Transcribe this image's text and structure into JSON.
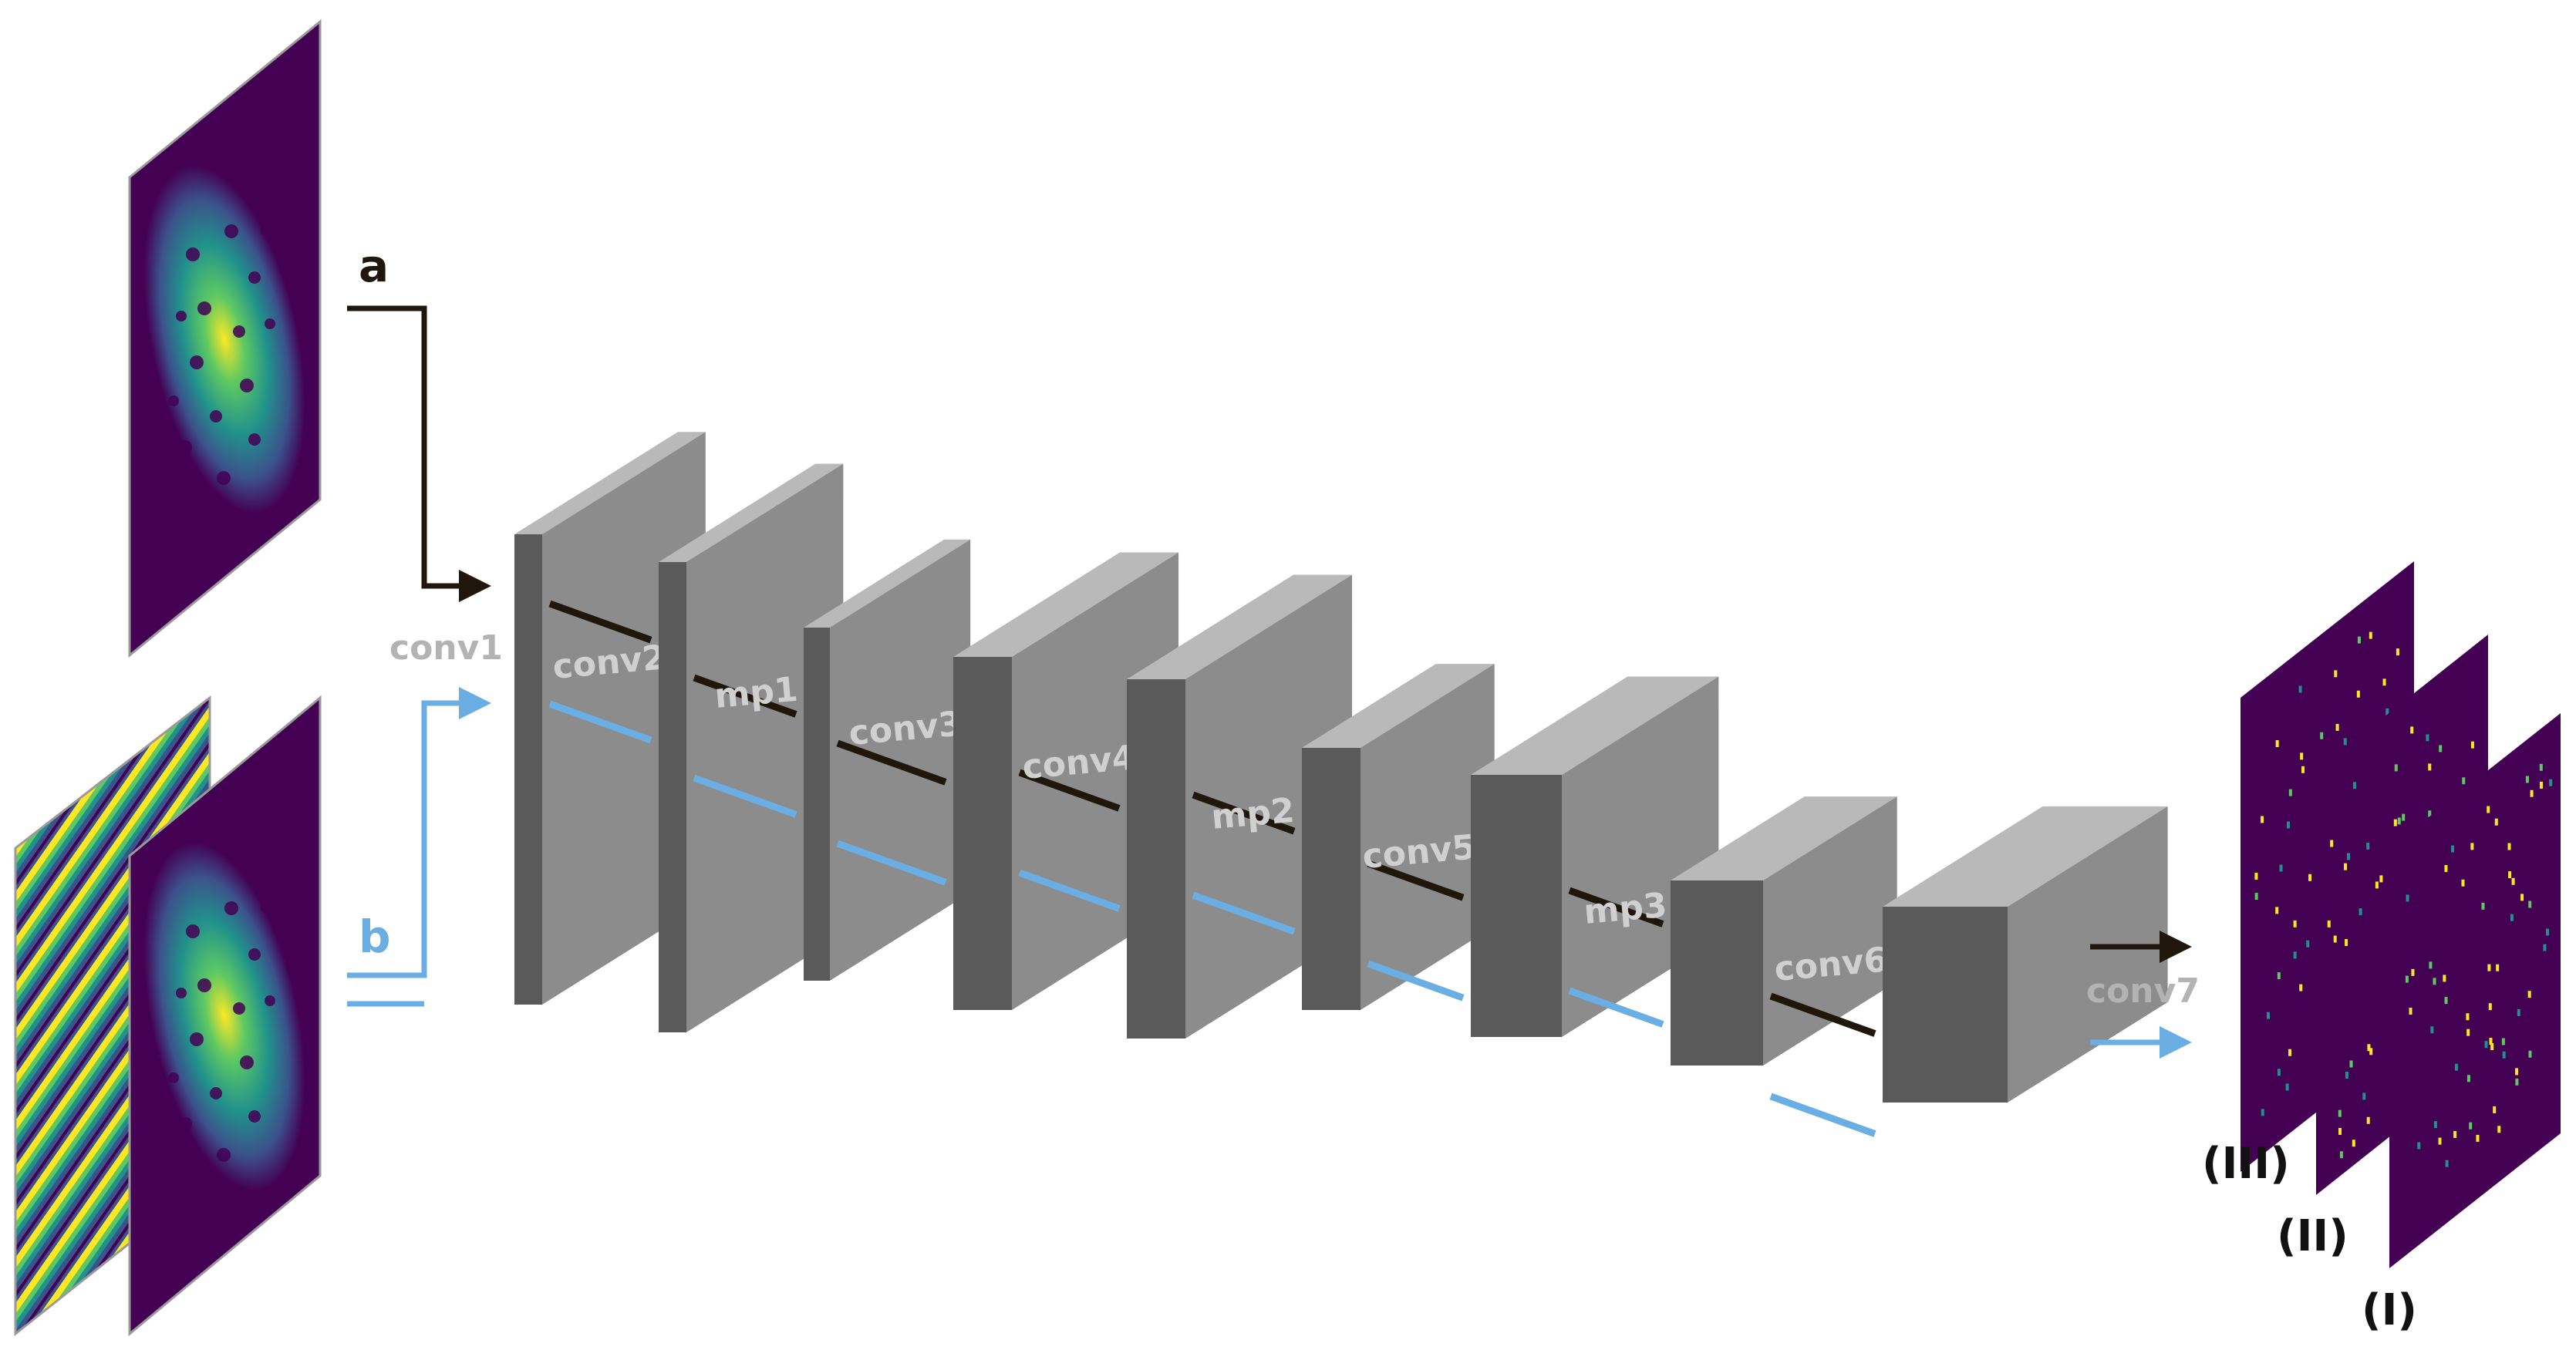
{
  "labels": {
    "path_a": "a",
    "path_b": "b",
    "conv1": "conv1",
    "conv7": "conv7",
    "output_III": "(III)",
    "output_II": "(II)",
    "output_I": "(I)"
  },
  "layers": [
    {
      "id": "conv2",
      "label": "conv2"
    },
    {
      "id": "mp1",
      "label": "mp1"
    },
    {
      "id": "conv3",
      "label": "conv3"
    },
    {
      "id": "conv4",
      "label": "conv4"
    },
    {
      "id": "mp2",
      "label": "mp2"
    },
    {
      "id": "conv5",
      "label": "conv5"
    },
    {
      "id": "mp3",
      "label": "mp3"
    },
    {
      "id": "conv6",
      "label": "conv6"
    }
  ],
  "colors": {
    "path_a": "#1f160c",
    "path_b": "#6aaee4",
    "label_gray": "#b3b3b3",
    "block_front": "#5a5a5a",
    "block_side": "#8c8c8c",
    "block_top": "#b9b9b9",
    "map_background": "#440154",
    "map_cyan": "#21918c",
    "map_green": "#5ec962",
    "map_yellow": "#fde725"
  }
}
